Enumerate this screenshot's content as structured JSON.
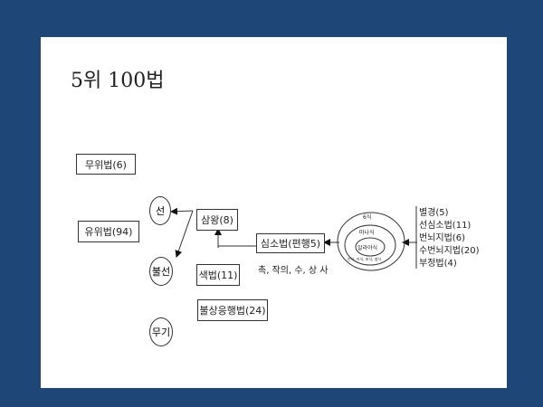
{
  "title": "5위 100법",
  "unconditioned": "무위법(6)",
  "conditioned": "유위법(94)",
  "moral": {
    "good": "선",
    "bad": "불선",
    "neutral": "무기"
  },
  "nodes": {
    "king": "삼왕(8)",
    "form": "색법(11)",
    "mental": "심소법(편행5)",
    "mental_note": "촉, 작의, 수, 상 사",
    "non_assoc": "불상응행법(24)"
  },
  "consciousness": {
    "outer": "6식",
    "middle": "마나식",
    "inner": "알라야식",
    "senses": "안식, 이식, 비식, 설식"
  },
  "mental_list": [
    "별경(5)",
    "선심소법(11)",
    "번뇌지법(6)",
    "수번뇌지법(20)",
    "부정법(4)"
  ]
}
